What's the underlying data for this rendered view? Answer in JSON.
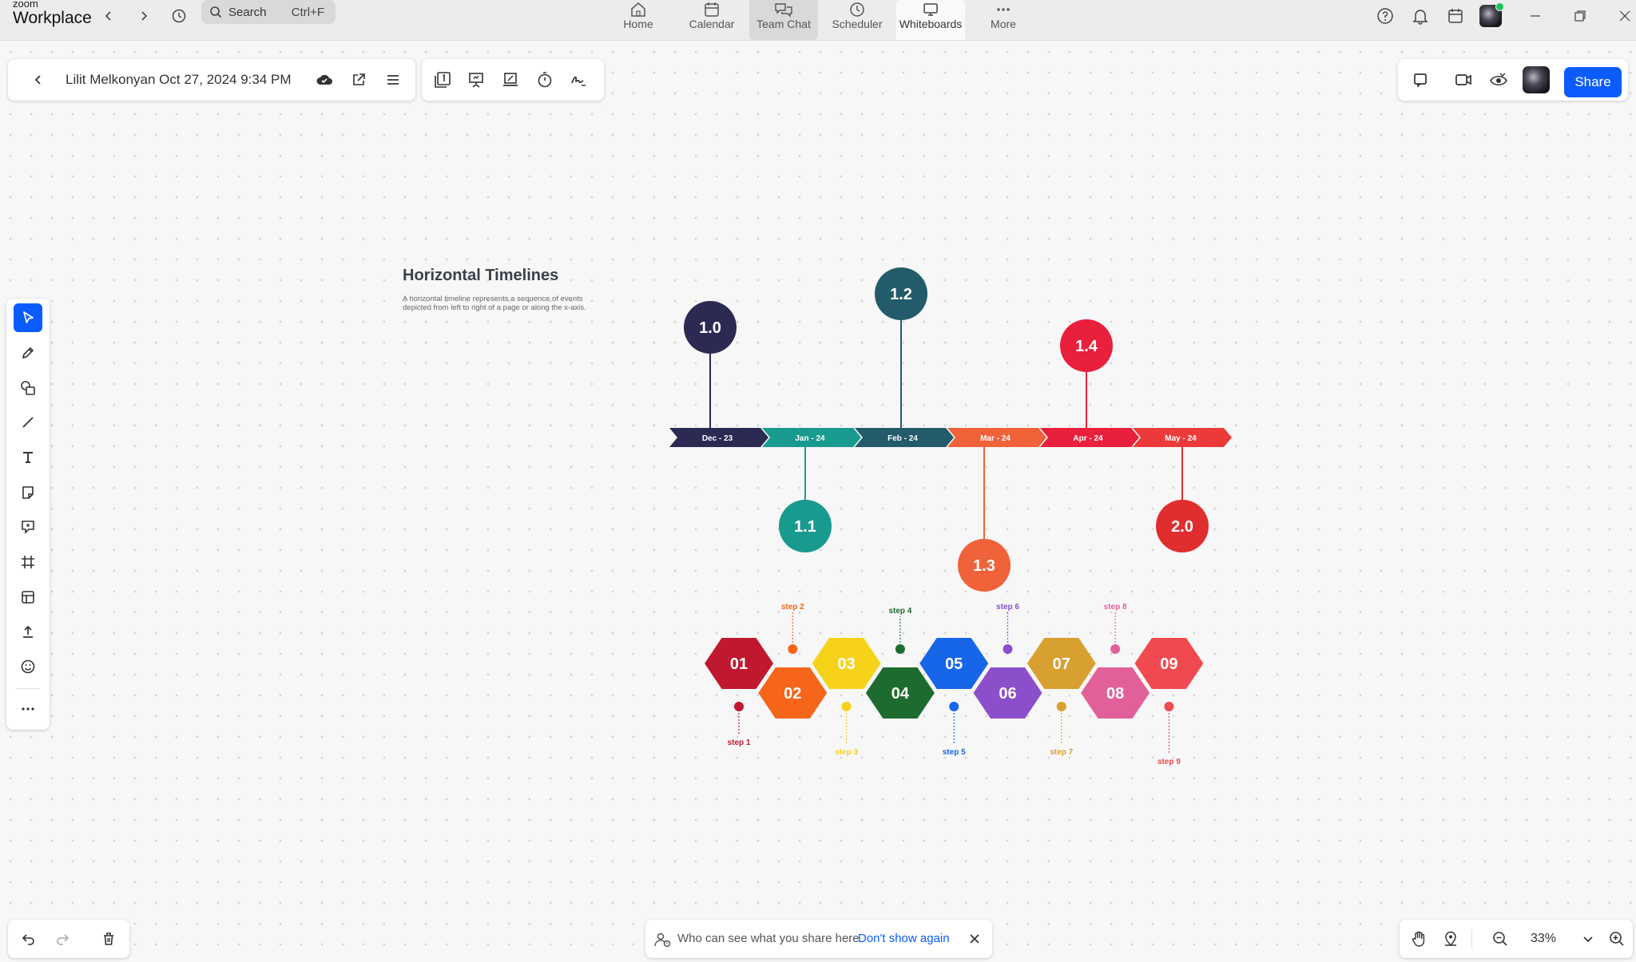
{
  "app": {
    "brand_small": "zoom",
    "brand_name": "Workplace"
  },
  "search": {
    "label": "Search",
    "shortcut": "Ctrl+F"
  },
  "nav_tabs": [
    {
      "label": "Home",
      "icon": "home-icon"
    },
    {
      "label": "Calendar",
      "icon": "calendar-icon"
    },
    {
      "label": "Team Chat",
      "icon": "chat-icon"
    },
    {
      "label": "Scheduler",
      "icon": "clock-icon"
    },
    {
      "label": "Whiteboards",
      "icon": "whiteboard-icon"
    },
    {
      "label": "More",
      "icon": "more-icon"
    }
  ],
  "active_tab": "Whiteboards",
  "document": {
    "title": "Lilit Melkonyan Oct 27, 2024 9:34 PM"
  },
  "share_button": "Share",
  "canvas": {
    "heading": "Horizontal Timelines",
    "description": "A horizontal timeline represents a sequence of events depicted from left to right of a page or along the x-axis.",
    "timeline": {
      "segments": [
        {
          "label": "Dec - 23",
          "color": "#2b2a52"
        },
        {
          "label": "Jan - 24",
          "color": "#199a8e"
        },
        {
          "label": "Feb - 24",
          "color": "#235b6b"
        },
        {
          "label": "Mar - 24",
          "color": "#f0623a"
        },
        {
          "label": "Apr - 24",
          "color": "#e8203c"
        },
        {
          "label": "May - 24",
          "color": "#ec3a3a"
        }
      ],
      "markers": [
        {
          "label": "1.0",
          "color": "#2b2a52",
          "position": "above"
        },
        {
          "label": "1.1",
          "color": "#199a8e",
          "position": "below"
        },
        {
          "label": "1.2",
          "color": "#235b6b",
          "position": "above"
        },
        {
          "label": "1.3",
          "color": "#f0623a",
          "position": "below"
        },
        {
          "label": "1.4",
          "color": "#e8203c",
          "position": "above"
        },
        {
          "label": "2.0",
          "color": "#e02d2d",
          "position": "below"
        }
      ]
    },
    "steps": [
      {
        "num": "01",
        "label": "step 1",
        "color": "#c0182f"
      },
      {
        "num": "02",
        "label": "step 2",
        "color": "#f5651a"
      },
      {
        "num": "03",
        "label": "step 3",
        "color": "#f7d21a"
      },
      {
        "num": "04",
        "label": "step 4",
        "color": "#1e6b30"
      },
      {
        "num": "05",
        "label": "step 5",
        "color": "#1766e8"
      },
      {
        "num": "06",
        "label": "step 6",
        "color": "#8c4fcc"
      },
      {
        "num": "07",
        "label": "step 7",
        "color": "#d8a030"
      },
      {
        "num": "08",
        "label": "step 8",
        "color": "#e2609a"
      },
      {
        "num": "09",
        "label": "step 9",
        "color": "#f04a50"
      }
    ]
  },
  "notice": {
    "text": "Who can see what you share here",
    "link": "Don't show again"
  },
  "zoom_level": "33%"
}
